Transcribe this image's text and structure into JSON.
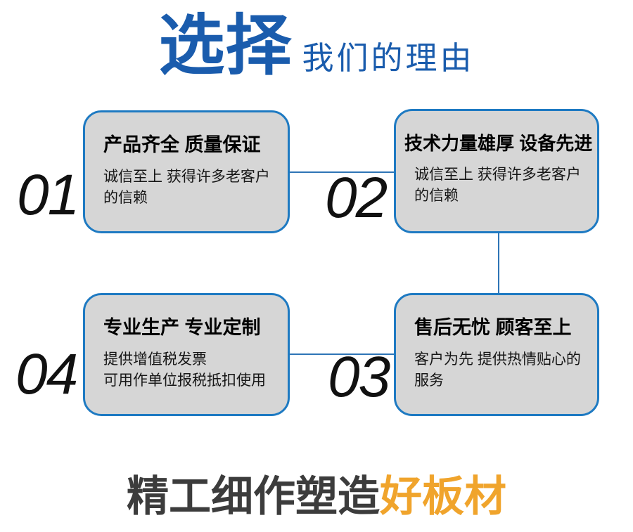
{
  "header": {
    "title_accent": "选择",
    "title_rest": "我们的理由"
  },
  "cards": [
    {
      "number": "01",
      "title": "产品齐全 质量保证",
      "desc_line1": "诚信至上 获得许多老客户",
      "desc_line2": "的信赖"
    },
    {
      "number": "02",
      "title": "技术力量雄厚 设备先进",
      "desc_line1": "诚信至上 获得许多老客户",
      "desc_line2": "的信赖"
    },
    {
      "number": "03",
      "title": "售后无忧 顾客至上",
      "desc_line1": "客户为先 提供热情贴心的",
      "desc_line2": "服务"
    },
    {
      "number": "04",
      "title": "专业生产 专业定制",
      "desc_line1": "提供增值税发票",
      "desc_line2": "可用作单位报税抵扣使用"
    }
  ],
  "footer": {
    "text_dark": "精工细作塑造",
    "text_accent": "好板材"
  },
  "colors": {
    "title_blue": "#1a5cad",
    "card_fill": "#d6d6d6",
    "card_border": "#1e7ac2",
    "connector_line": "#2e75b6",
    "number_black": "#111111",
    "footer_dark": "#3c3c3c",
    "accent_orange": "#f0a42c"
  }
}
